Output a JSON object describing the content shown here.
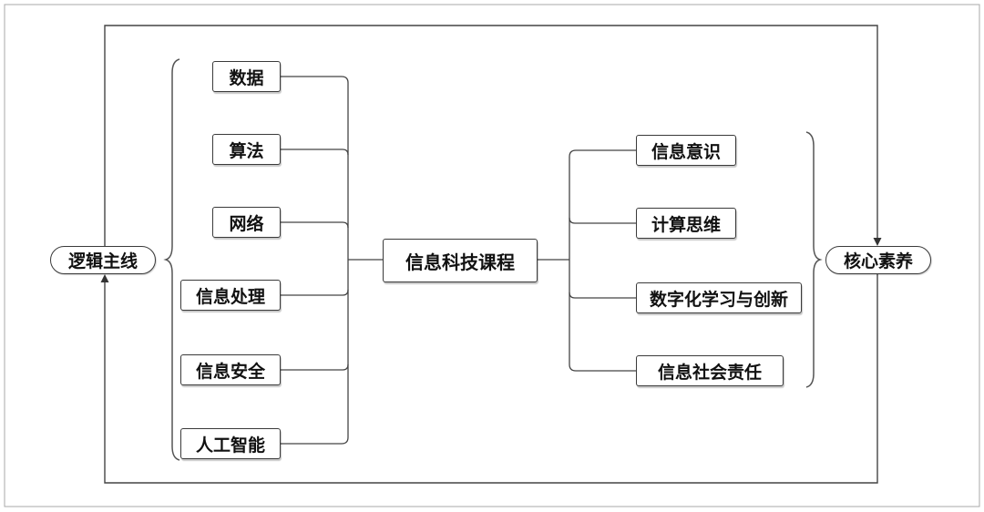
{
  "left_pill": {
    "label": "逻辑主线"
  },
  "right_pill": {
    "label": "核心素养"
  },
  "center": {
    "label": "信息科技课程"
  },
  "left_items": [
    "数据",
    "算法",
    "网络",
    "信息处理",
    "信息安全",
    "人工智能"
  ],
  "right_items": [
    "信息意识",
    "计算思维",
    "数字化学习与创新",
    "信息社会责任"
  ]
}
